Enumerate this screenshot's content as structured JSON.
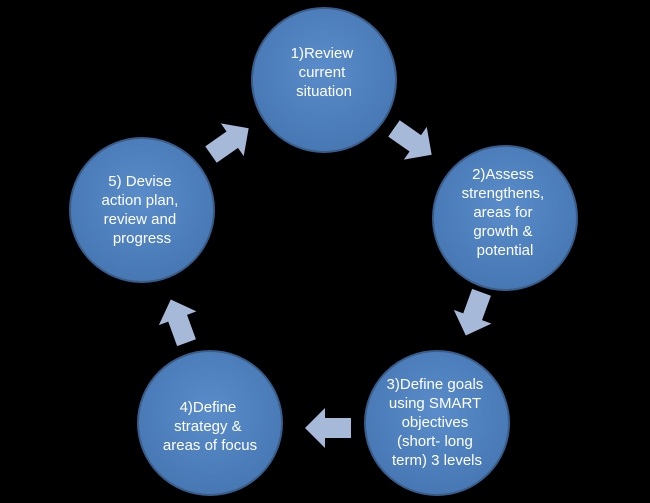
{
  "colors": {
    "background": "#000000",
    "node_fill": "#4f81bd",
    "node_stroke": "#385d8a",
    "arrow_fill": "#a7b9d9",
    "text": "#ffffff"
  },
  "steps": [
    {
      "lines": [
        "1)Review",
        "current",
        "situation"
      ]
    },
    {
      "lines": [
        "2)Assess",
        "strengthens,",
        "areas for",
        "growth &",
        "potential"
      ]
    },
    {
      "lines": [
        "3)Define goals",
        "using SMART",
        "objectives",
        "(short- long",
        "term) 3 levels"
      ]
    },
    {
      "lines": [
        "4)Define",
        "strategy &",
        "areas of focus"
      ]
    },
    {
      "lines": [
        "5) Devise",
        "action plan,",
        "review and",
        "progress"
      ]
    }
  ],
  "arrows": [
    {
      "from": 1,
      "to": 2,
      "icon": "arrow-icon"
    },
    {
      "from": 2,
      "to": 3,
      "icon": "arrow-icon"
    },
    {
      "from": 3,
      "to": 4,
      "icon": "arrow-icon"
    },
    {
      "from": 4,
      "to": 5,
      "icon": "arrow-icon"
    },
    {
      "from": 5,
      "to": 1,
      "icon": "arrow-icon"
    }
  ]
}
